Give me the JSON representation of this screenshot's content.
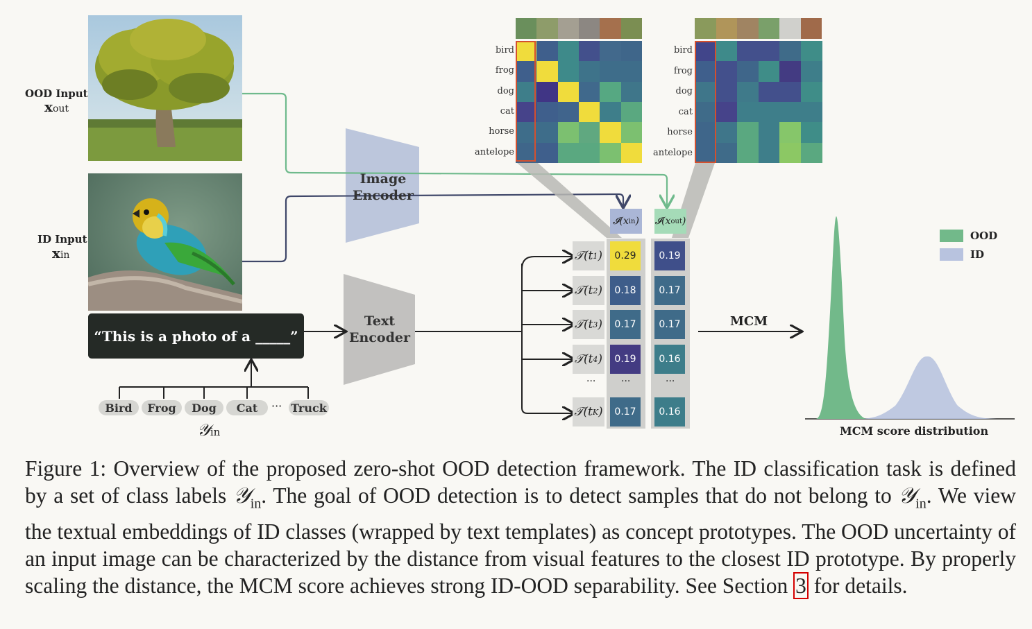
{
  "inputs": {
    "ood_label": "OOD Input",
    "ood_symbol": "x",
    "ood_sub": "out",
    "id_label": "ID Input",
    "id_symbol": "x",
    "id_sub": "in"
  },
  "prompt_text": "“This is a photo of a _____”",
  "class_labels": [
    "Bird",
    "Frog",
    "Dog",
    "Cat",
    "···",
    "Truck"
  ],
  "label_set_symbol": "𝒴",
  "label_set_sub": "in",
  "image_encoder": {
    "line1": "Image",
    "line2": "Encoder"
  },
  "text_encoder": {
    "line1": "Text",
    "line2": "Encoder"
  },
  "col_headers": {
    "in": "𝓘(x",
    "in_sub": "in",
    "out": "𝓘(x",
    "out_sub": "out"
  },
  "text_rows": [
    {
      "label": "𝒯(t",
      "sub": "1",
      "in": "0.29",
      "out": "0.19",
      "in_color": "#f0dc3c",
      "out_color": "#3f4f8a"
    },
    {
      "label": "𝒯(t",
      "sub": "2",
      "in": "0.18",
      "out": "0.17",
      "in_color": "#3e5d8a",
      "out_color": "#3f6b89"
    },
    {
      "label": "𝒯(t",
      "sub": "3",
      "in": "0.17",
      "out": "0.17",
      "in_color": "#3f6b89",
      "out_color": "#3f6b89"
    },
    {
      "label": "𝒯(t",
      "sub": "4",
      "in": "0.19",
      "out": "0.16",
      "in_color": "#433b82",
      "out_color": "#3d7d8a"
    },
    {
      "label": "···",
      "sub": "",
      "in": "···",
      "out": "···",
      "in_color": "",
      "out_color": ""
    },
    {
      "label": "𝒯(t",
      "sub": "K",
      "in": "0.17",
      "out": "0.16",
      "in_color": "#3f6b89",
      "out_color": "#3d7d8a"
    }
  ],
  "heatmap_rows": [
    "bird",
    "frog",
    "dog",
    "cat",
    "horse",
    "antelope"
  ],
  "heatmap_in": [
    [
      "#f0dc3c",
      "#3f5f8c",
      "#3e8a8a",
      "#43508c",
      "#42698c",
      "#3f668a"
    ],
    [
      "#3f5f8c",
      "#f0dc3c",
      "#3e8a8a",
      "#3e738a",
      "#3e6d8a",
      "#3e6d8a"
    ],
    [
      "#3e7e8a",
      "#403585",
      "#f0dc3c",
      "#40698c",
      "#56a882",
      "#3f768a"
    ],
    [
      "#46438a",
      "#3f5f8c",
      "#40648c",
      "#f0dc3c",
      "#3e7e8a",
      "#5aa880"
    ],
    [
      "#3e6d8a",
      "#3e6d8a",
      "#7cc070",
      "#60a880",
      "#f0dc3c",
      "#7cc070"
    ],
    [
      "#3f668a",
      "#3f5f8c",
      "#5aa880",
      "#5aa880",
      "#7cc070",
      "#f0dc3c"
    ]
  ],
  "heatmap_out": [
    [
      "#41458a",
      "#3e8a8a",
      "#43508c",
      "#43508c",
      "#3f6b89",
      "#3f8d88"
    ],
    [
      "#3f5f8c",
      "#43508c",
      "#3f668a",
      "#3f8d88",
      "#433b82",
      "#3e7e8a"
    ],
    [
      "#3f768a",
      "#43508c",
      "#3f7a8a",
      "#43508c",
      "#43508c",
      "#3f8d88"
    ],
    [
      "#3f6b89",
      "#46438a",
      "#3e7e8a",
      "#3e7e8a",
      "#3e7e8a",
      "#3e7e8a"
    ],
    [
      "#3f668a",
      "#3f768a",
      "#5aa880",
      "#3e7e8a",
      "#86c66a",
      "#3f8d88"
    ],
    [
      "#3f668a",
      "#3f6b89",
      "#5aa880",
      "#3e7e8a",
      "#8cc864",
      "#5aa880"
    ]
  ],
  "mcm_label": "MCM",
  "distribution": {
    "legend": [
      {
        "name": "OOD",
        "color": "#72b98a"
      },
      {
        "name": "ID",
        "color": "#b8c3df"
      }
    ],
    "xlabel": "MCM score distribution"
  },
  "caption": {
    "part1": "Figure 1: Overview of the proposed zero-shot OOD detection framework. The ID classification task is defined by a set of class labels ",
    "sym1": "𝒴",
    "sub1": "in",
    "part2": ". The goal of OOD detection is to detect samples that do not belong to ",
    "sym2": "𝒴",
    "sub2": "in",
    "part3": ". We view the textual embeddings of ID classes (wrapped by text templates) as concept prototypes. The OOD uncertainty of an input image can be characterized by the distance from visual features to the closest ID prototype. By properly scaling the distance, the MCM score achieves strong ID-OOD separability. See Section ",
    "ref": "3",
    "part4": " for details."
  }
}
